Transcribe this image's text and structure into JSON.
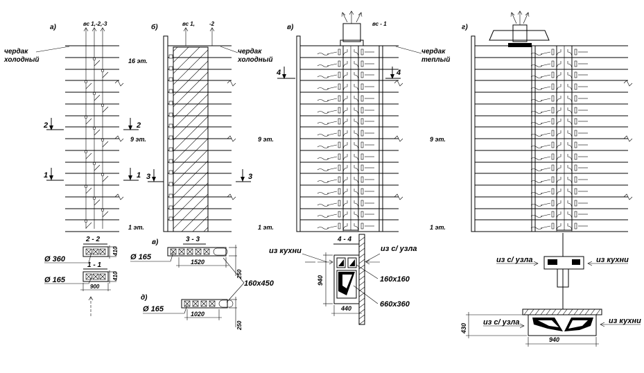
{
  "panels": [
    {
      "letter": "а)",
      "stack": "вс 1,-2,-3",
      "attic": [
        "чердак",
        "холодный"
      ]
    },
    {
      "letter": "б)",
      "stack_a": "вс 1,",
      "stack_b": "-2",
      "attic": [
        "чердак",
        "холодный"
      ]
    },
    {
      "letter": "в)",
      "stack": "вс - 1",
      "attic": [
        "чердак",
        "теплый"
      ]
    },
    {
      "letter": "г)"
    }
  ],
  "floors": {
    "top": "16 эт.",
    "mid": "9 эт.",
    "bottom": "1 эт."
  },
  "section_marks": {
    "s1": "1",
    "s2": "2",
    "s3": "3",
    "s4": "4"
  },
  "section_titles": {
    "t22": "2 - 2",
    "t11": "1 - 1",
    "t33": "3 - 3",
    "t44": "4 - 4"
  },
  "sub_letters": {
    "v": "в)",
    "d": "д)"
  },
  "dims": {
    "d360": "Ø 360",
    "d165a": "Ø 165",
    "d165b": "Ø 165",
    "d165c": "Ø 165",
    "w410a": "410",
    "w410b": "410",
    "w900": "900",
    "w1520": "1520",
    "w250a": "250",
    "w1020": "1020",
    "w250b": "250",
    "duct160x450": "160x450",
    "w940a": "940",
    "w440": "440",
    "duct160x160": "160x160",
    "duct660x360": "660x360",
    "w430": "430",
    "w940b": "940"
  },
  "flows": {
    "from_kitchen": "из кухни",
    "from_wc": "из с/ узла"
  }
}
